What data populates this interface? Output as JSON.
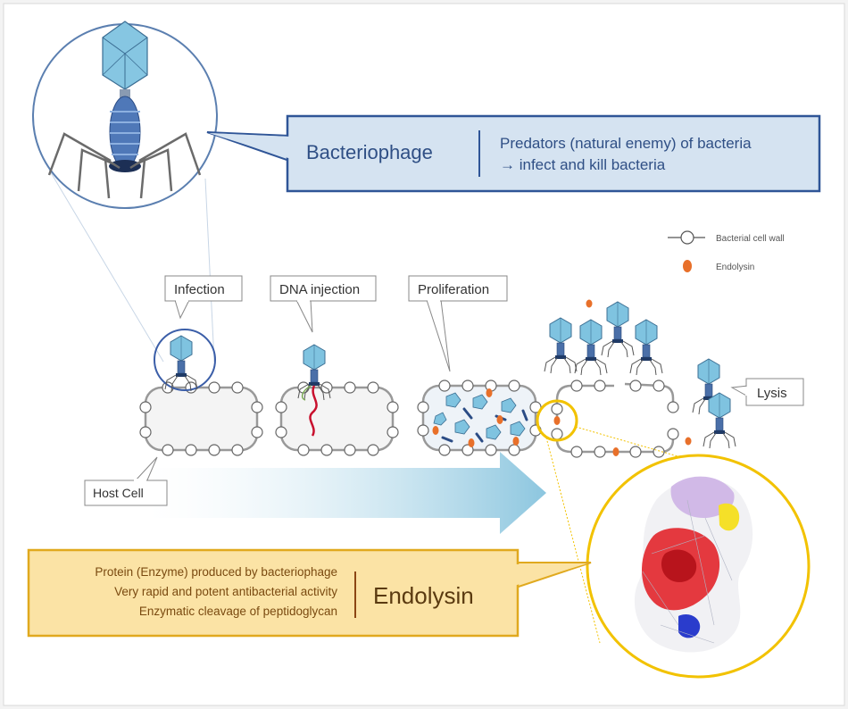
{
  "phage_callout": {
    "title": "Bacteriophage",
    "line1": "Predators (natural enemy) of bacteria",
    "line2": "→ infect and kill bacteria"
  },
  "legend": {
    "cell_wall": "Bacterial cell wall",
    "endolysin": "Endolysin"
  },
  "stages": {
    "infection": "Infection",
    "dna_injection": "DNA injection",
    "proliferation": "Proliferation",
    "lysis": "Lysis",
    "host_cell": "Host Cell"
  },
  "endolysin_callout": {
    "line1": "Protein (Enzyme) produced by bacteriophage",
    "line2": "Very rapid and potent  antibacterial activity",
    "line3": "Enzymatic cleavage of peptidoglycan",
    "title": "Endolysin"
  },
  "colors": {
    "phage_box_fill": "#d5e3f1",
    "phage_box_border": "#2f5597",
    "endolysin_box_fill": "#fbe3a5",
    "endolysin_box_border": "#e0a91e",
    "accent_yellow": "#f2c200",
    "endolysin_dot": "#e8702a"
  }
}
